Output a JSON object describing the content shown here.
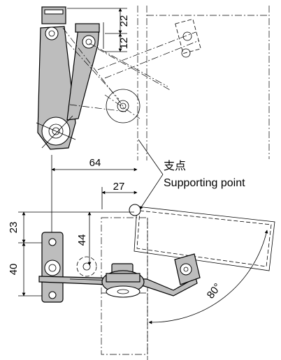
{
  "dimensions": {
    "d22": "22",
    "d12": "12",
    "d64": "64",
    "d27": "27",
    "d23": "23",
    "d44": "44",
    "d40": "40",
    "angle": "80°"
  },
  "labels": {
    "pivot_jp": "支点",
    "pivot_en": "Supporting point"
  }
}
